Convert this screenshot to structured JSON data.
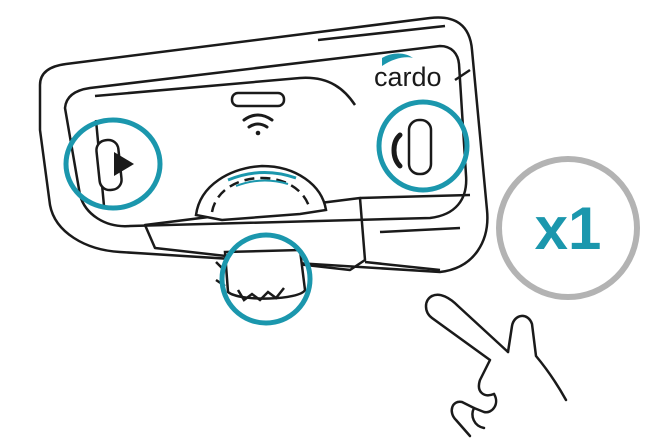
{
  "device": {
    "brand": "cardo",
    "buttons": [
      {
        "id": "play-button",
        "icon": "play-icon",
        "highlighted": true
      },
      {
        "id": "phone-button",
        "icon": "phone-icon",
        "highlighted": true
      },
      {
        "id": "dial-button",
        "icon": "dial-icon",
        "highlighted": true
      }
    ]
  },
  "instruction": {
    "press_count": "x1",
    "gesture": "tap-hand-icon"
  },
  "colors": {
    "highlight": "#1b97ad",
    "badge_ring": "#b3b3b3",
    "badge_text": "#1b97ad",
    "line": "#1a1a1a"
  }
}
